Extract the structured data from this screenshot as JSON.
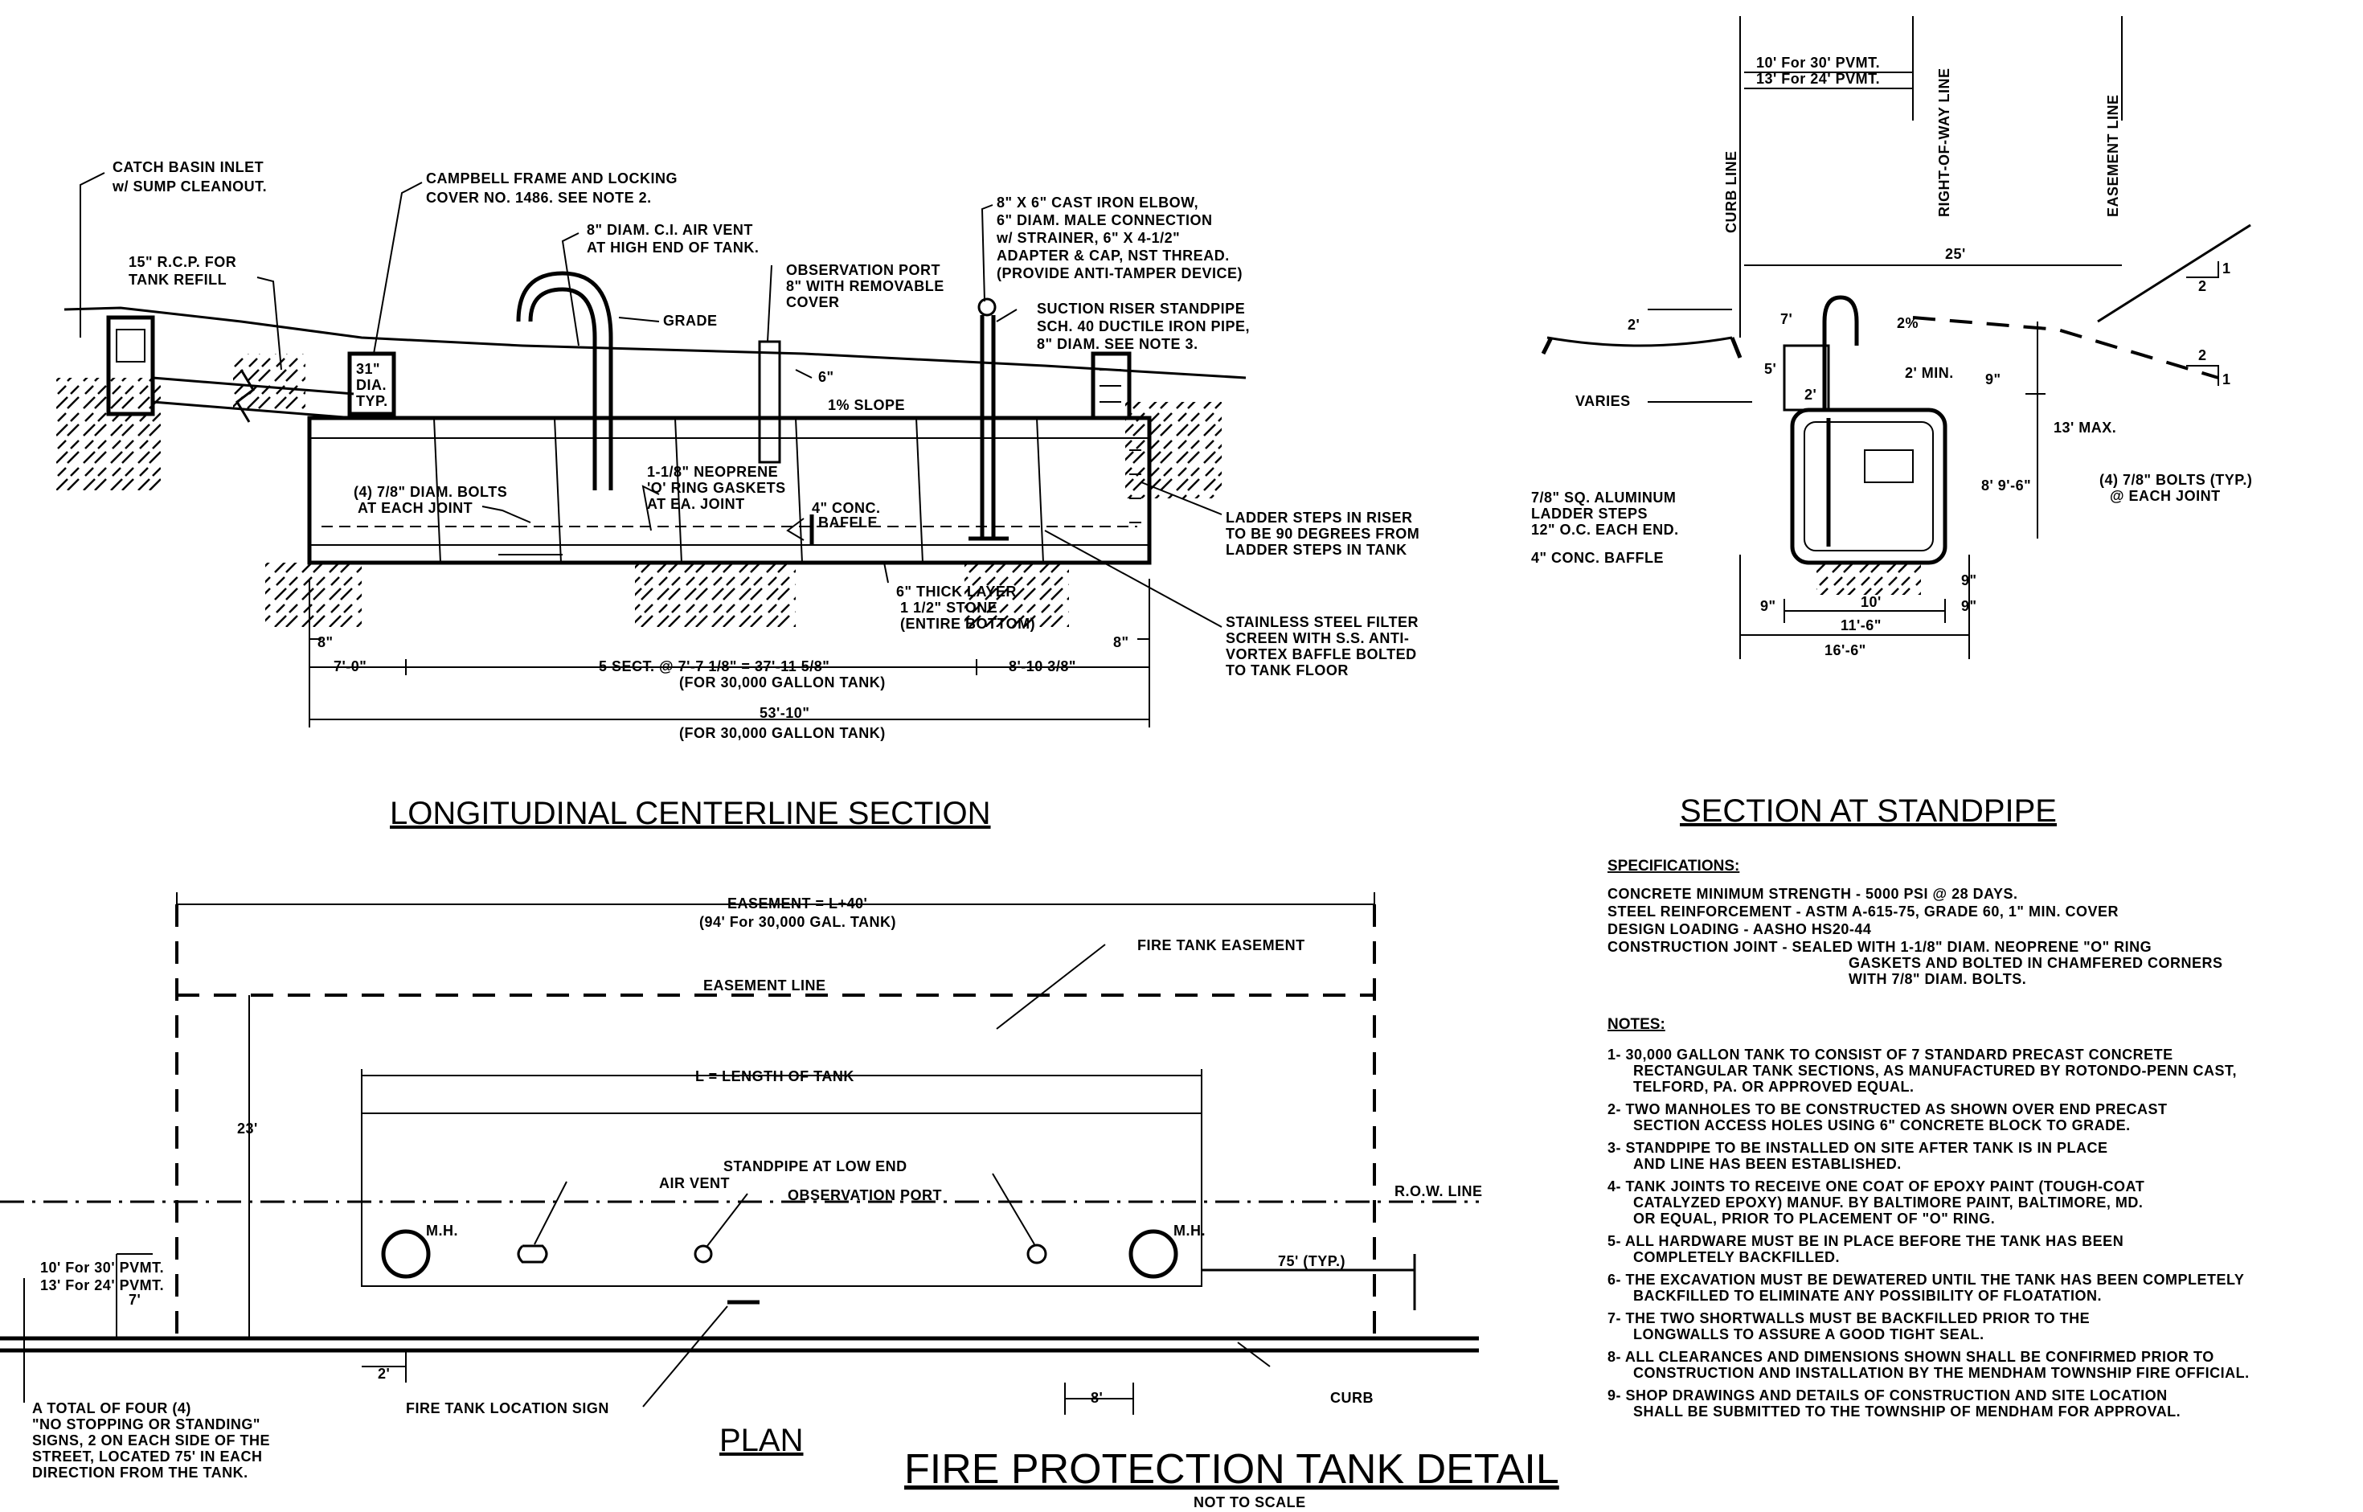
{
  "title": "FIRE PROTECTION TANK DETAIL",
  "subtitle": "NOT TO SCALE",
  "views": {
    "longitudinal": {
      "title": "LONGITUDINAL CENTERLINE SECTION",
      "callouts": {
        "catch_basin": [
          "CATCH BASIN INLET",
          "w/ SUMP CLEANOUT."
        ],
        "campbell": [
          "CAMPBELL FRAME AND LOCKING",
          "COVER NO. 1486. SEE NOTE 2."
        ],
        "rcp": [
          "15\" R.C.P. FOR",
          "TANK REFILL"
        ],
        "air_vent": [
          "8\" DIAM. C.I. AIR VENT",
          "AT HIGH END OF TANK."
        ],
        "grade": "GRADE",
        "obs_port": [
          "OBSERVATION PORT",
          "8\" WITH REMOVABLE",
          "COVER"
        ],
        "elbow": [
          "8\" X 6\" CAST IRON ELBOW,",
          "6\" DIAM. MALE CONNECTION",
          "w/ STRAINER, 6\" X 4-1/2\"",
          "ADAPTER & CAP, NST THREAD.",
          "(PROVIDE ANTI-TAMPER DEVICE)"
        ],
        "riser": [
          "SUCTION RISER STANDPIPE",
          "SCH. 40 DUCTILE IRON PIPE,",
          "8\" DIAM. SEE NOTE 3."
        ],
        "dia31": [
          "31\"",
          "DIA.",
          "TYP."
        ],
        "six_in": "6\"",
        "slope": "1% SLOPE",
        "gaskets": [
          "1-1/8\" NEOPRENE",
          "'O' RING GASKETS",
          "AT EA. JOINT"
        ],
        "bolts": [
          "(4) 7/8\" DIAM. BOLTS",
          "AT EACH JOINT"
        ],
        "baffle": [
          "4\" CONC.",
          "BAFFLE"
        ],
        "ladder": [
          "LADDER STEPS IN RISER",
          "TO BE 90 DEGREES FROM",
          "LADDER STEPS IN TANK"
        ],
        "stone": [
          "6\" THICK LAYER",
          "1 1/2\" STONE",
          "(ENTIRE BOTTOM)"
        ],
        "filter": [
          "STAINLESS STEEL FILTER",
          "SCREEN WITH S.S. ANTI-",
          "VORTEX BAFFLE BOLTED",
          "TO TANK FLOOR"
        ]
      },
      "dims": {
        "left_8": "8\"",
        "right_8": "8\"",
        "left_seg": "7'-0\"",
        "mid_seg": "5 SECT. @ 7'-7 1/8\" = 37'-11 5/8\"",
        "mid_sub": "(FOR 30,000 GALLON TANK)",
        "right_seg": "8'-10 3/8\"",
        "overall": "53'-10\"",
        "overall_sub": "(FOR 30,000 GALLON TANK)"
      }
    },
    "standpipe": {
      "title": "SECTION AT STANDPIPE",
      "labels": {
        "pvmt30": "10' For 30' PVMT.",
        "pvmt24": "13' For 24' PVMT.",
        "curb_line": "CURB LINE",
        "row_line": "RIGHT-OF-WAY LINE",
        "easement_line": "EASEMENT LINE",
        "d25": "25'",
        "d2": "2'",
        "d7": "7'",
        "d2pct": "2%",
        "d5": "5'",
        "d2b": "2'",
        "d2min": "2' MIN.",
        "d9": "9\"",
        "d13max": "13' MAX.",
        "varies": "VARIES",
        "d8_96": "8' 9'-6\"",
        "bolts": [
          "(4) 7/8\" BOLTS (TYP.)",
          "@ EACH JOINT"
        ],
        "alum": [
          "7/8\" SQ. ALUMINUM",
          "LADDER STEPS",
          "12\" O.C. EACH END."
        ],
        "baffle": "4\" CONC. BAFFLE",
        "d9b": "9\"",
        "d9c": "9\"",
        "d9d": "9\"",
        "d10": "10'",
        "d116": "11'-6\"",
        "d166": "16'-6\"",
        "slope1": "1",
        "slope2": "2",
        "slope1b": "1",
        "slope2b": "2"
      }
    },
    "plan": {
      "title": "PLAN",
      "labels": {
        "easement": "EASEMENT = L+40'",
        "easement_sub": "(94' For 30,000 GAL. TANK)",
        "fire_easement": "FIRE TANK EASEMENT",
        "easement_line": "EASEMENT LINE",
        "length": "L = LENGTH OF TANK",
        "d23": "23'",
        "standpipe": "STANDPIPE AT LOW END",
        "air_vent": "AIR VENT",
        "obs_port": "OBSERVATION PORT",
        "mh1": "M.H.",
        "mh2": "M.H.",
        "row_line": "R.O.W. LINE",
        "d75": "75' (TYP.)",
        "pvmt30": "10' For 30' PVMT.",
        "pvmt24": "13' For 24' PVMT.",
        "d7": "7'",
        "d2": "2'",
        "d8": "8'",
        "fire_sign": "FIRE TANK LOCATION SIGN",
        "curb": "CURB",
        "signs": [
          "A TOTAL OF FOUR (4)",
          "\"NO STOPPING OR STANDING\"",
          "SIGNS, 2 ON EACH SIDE OF THE",
          "STREET, LOCATED 75' IN EACH",
          "DIRECTION FROM THE TANK."
        ]
      }
    }
  },
  "specifications": {
    "heading": "SPECIFICATIONS:",
    "lines": [
      "CONCRETE MINIMUM STRENGTH - 5000 PSI @ 28 DAYS.",
      "STEEL REINFORCEMENT - ASTM A-615-75, GRADE 60, 1\" MIN. COVER",
      "DESIGN LOADING - AASHO HS20-44",
      "CONSTRUCTION JOINT - SEALED WITH 1-1/8\" DIAM. NEOPRENE \"O\" RING",
      "GASKETS AND BOLTED IN CHAMFERED CORNERS",
      "WITH 7/8\" DIAM. BOLTS."
    ]
  },
  "notes": {
    "heading": "NOTES:",
    "items": [
      [
        "1- 30,000 GALLON TANK TO CONSIST OF 7 STANDARD PRECAST CONCRETE",
        "RECTANGULAR TANK SECTIONS, AS MANUFACTURED BY ROTONDO-PENN CAST,",
        "TELFORD, PA. OR APPROVED EQUAL."
      ],
      [
        "2- TWO MANHOLES TO BE CONSTRUCTED AS SHOWN OVER END PRECAST",
        "SECTION ACCESS HOLES USING 6\" CONCRETE BLOCK TO GRADE."
      ],
      [
        "3- STANDPIPE TO BE INSTALLED ON SITE AFTER TANK IS IN PLACE",
        "AND LINE HAS BEEN ESTABLISHED."
      ],
      [
        "4- TANK JOINTS TO RECEIVE ONE COAT OF EPOXY PAINT (TOUGH-COAT",
        "CATALYZED EPOXY) MANUF. BY BALTIMORE PAINT, BALTIMORE, MD.",
        "OR EQUAL, PRIOR TO PLACEMENT OF \"O\" RING."
      ],
      [
        "5- ALL HARDWARE MUST BE IN PLACE BEFORE THE TANK HAS BEEN",
        "COMPLETELY BACKFILLED."
      ],
      [
        "6- THE EXCAVATION MUST BE DEWATERED UNTIL THE TANK HAS BEEN COMPLETELY",
        "BACKFILLED TO ELIMINATE ANY POSSIBILITY OF FLOATATION."
      ],
      [
        "7- THE TWO SHORTWALLS MUST BE BACKFILLED PRIOR TO THE",
        "LONGWALLS TO ASSURE A GOOD TIGHT SEAL."
      ],
      [
        "8- ALL CLEARANCES AND DIMENSIONS SHOWN SHALL BE CONFIRMED PRIOR TO",
        "CONSTRUCTION AND INSTALLATION BY THE MENDHAM TOWNSHIP FIRE OFFICIAL."
      ],
      [
        "9- SHOP DRAWINGS AND DETAILS OF CONSTRUCTION AND SITE LOCATION",
        "SHALL BE SUBMITTED TO THE TOWNSHIP OF MENDHAM FOR APPROVAL."
      ]
    ]
  }
}
